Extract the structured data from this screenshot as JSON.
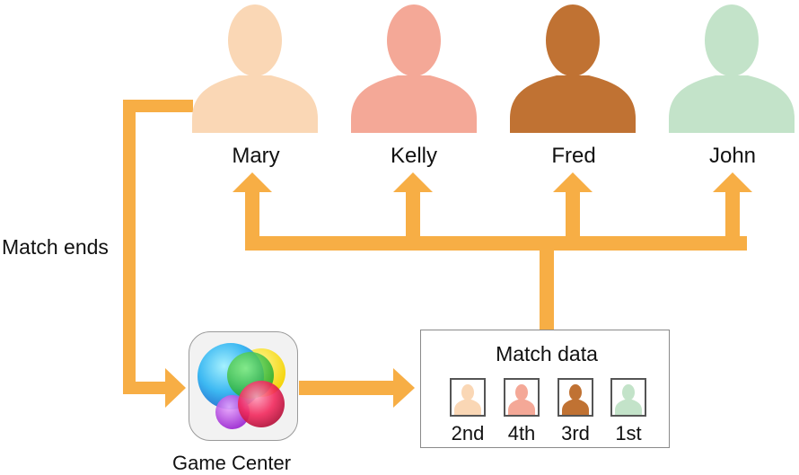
{
  "colors": {
    "arrow": "#F7AE45",
    "box_border": "#8A8A8A",
    "text": "#111111"
  },
  "players": [
    {
      "name": "Mary",
      "color": "#FAD7B5"
    },
    {
      "name": "Kelly",
      "color": "#F4A897"
    },
    {
      "name": "Fred",
      "color": "#C07233"
    },
    {
      "name": "John",
      "color": "#C3E3C9"
    }
  ],
  "flow": {
    "match_ends_label": "Match ends"
  },
  "game_center": {
    "label": "Game Center",
    "icon": "game-center-bubbles-icon"
  },
  "match_data": {
    "title": "Match data",
    "ranks": [
      {
        "player": "Mary",
        "rank": "2nd"
      },
      {
        "player": "Kelly",
        "rank": "4th"
      },
      {
        "player": "Fred",
        "rank": "3rd"
      },
      {
        "player": "John",
        "rank": "1st"
      }
    ]
  }
}
